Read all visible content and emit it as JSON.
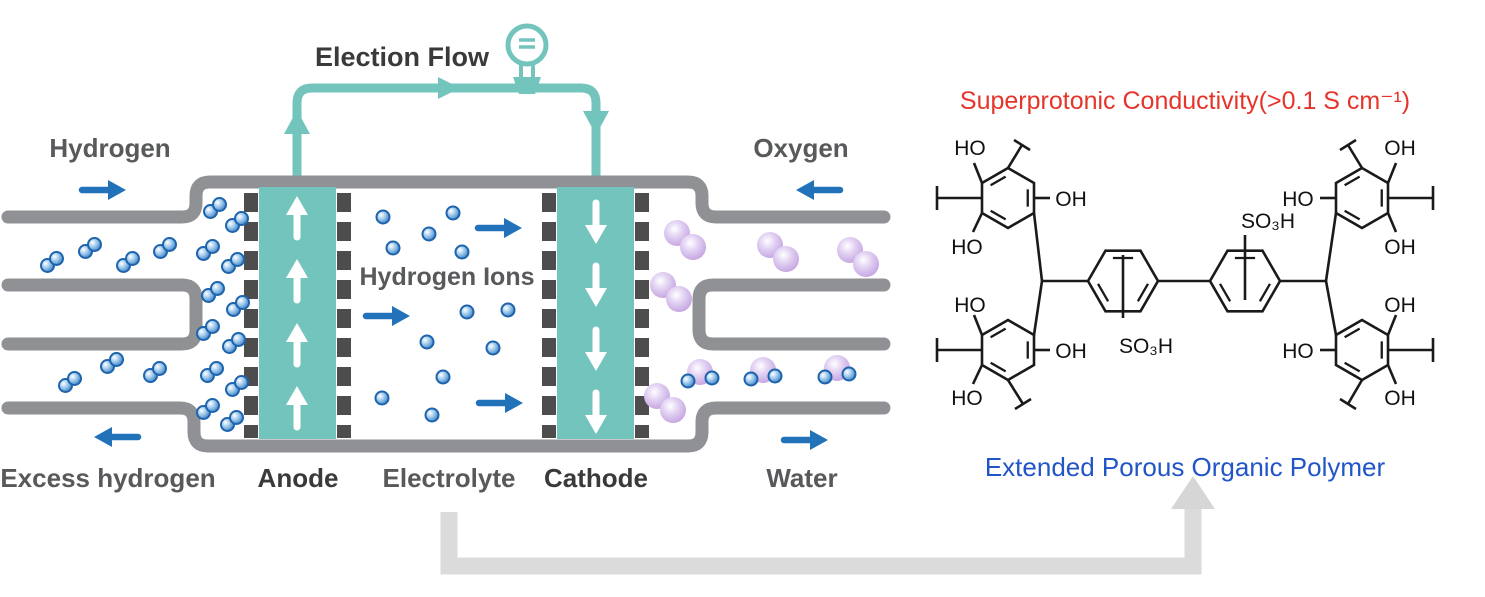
{
  "fuel_cell": {
    "election_flow_label": "Election Flow",
    "hydrogen_label": "Hydrogen",
    "oxygen_label": "Oxygen",
    "hydrogen_ions_label": "Hydrogen Ions",
    "excess_hydrogen_label": "Excess hydrogen",
    "anode_label": "Anode",
    "electrolyte_label": "Electrolyte",
    "cathode_label": "Cathode",
    "water_label": "Water",
    "colors": {
      "circuit_teal": "#72c4bd",
      "housing_gray": "#909194",
      "electrode_dash_dark": "#4d4d4d",
      "flow_arrow_blue": "#2272b9",
      "hydrogen_molecule_blue": "#3579c0",
      "oxygen_molecule_purple": "#c3a1e0",
      "label_gray": "#58595b",
      "label_dark": "#3a3a3a"
    }
  },
  "polymer_panel": {
    "title": "Superprotonic Conductivity(>0.1 S cm⁻¹)",
    "title_color": "#e5352b",
    "caption": "Extended Porous Organic Polymer",
    "caption_color": "#2155c8",
    "connector_color": "#dbdbdb",
    "structure_labels": {
      "ho": "HO",
      "oh": "OH",
      "so3h": "SO₃H"
    }
  }
}
